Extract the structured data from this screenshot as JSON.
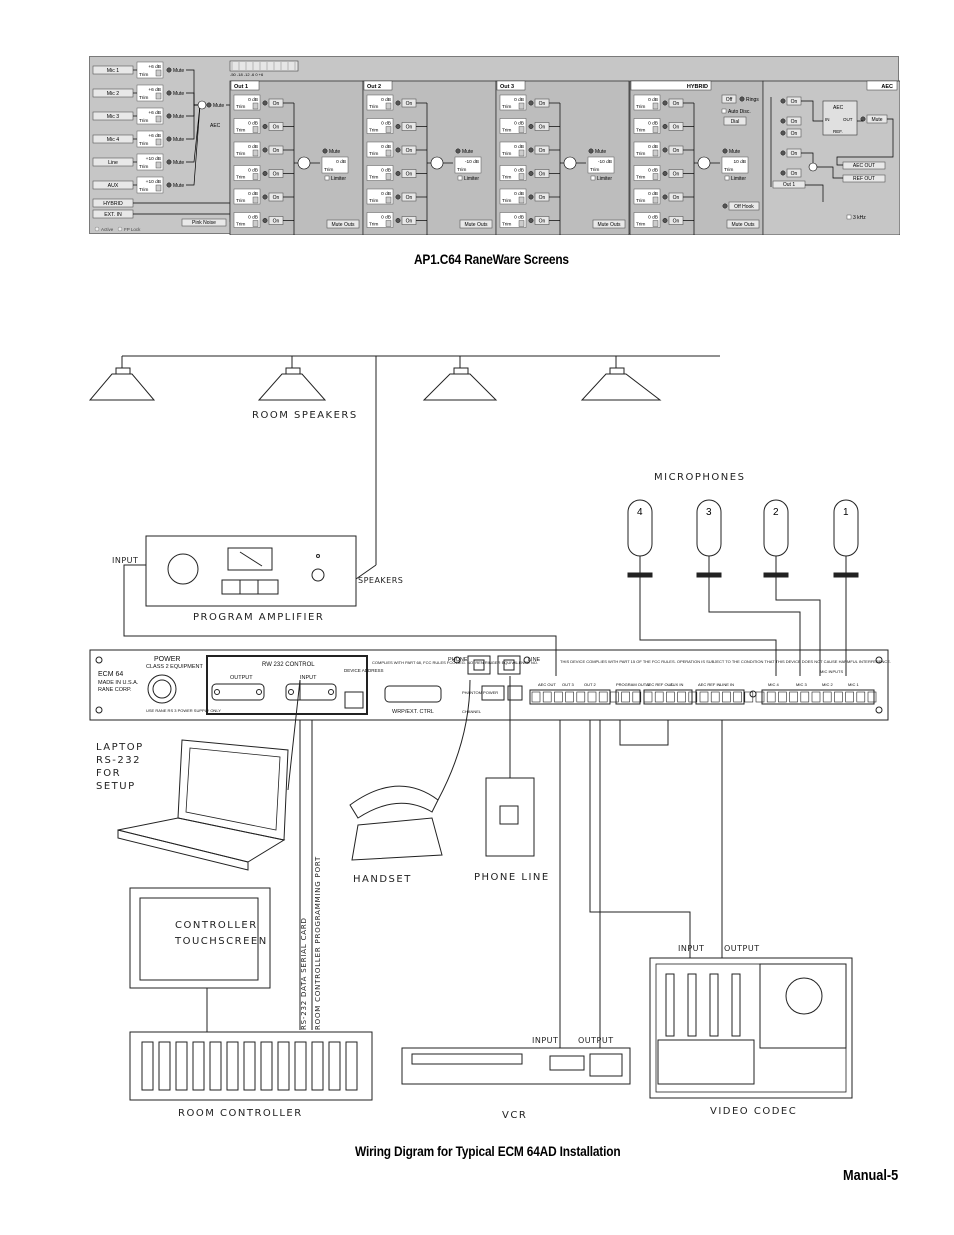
{
  "screenshot": {
    "inputs": [
      {
        "name": "Mic 1",
        "gain": "+6 dB"
      },
      {
        "name": "Mic 2",
        "gain": "+6 dB"
      },
      {
        "name": "Mic 3",
        "gain": "+6 dB"
      },
      {
        "name": "Mic 4",
        "gain": "+6 dB"
      },
      {
        "name": "Line",
        "gain": "+10 dB"
      },
      {
        "name": "AUX",
        "gain": "+10 dB"
      }
    ],
    "hybrid_label": "HYBRID",
    "ext_in_label": "EXT. IN",
    "pink_noise_label": "Pink Noise",
    "active_label": "Active",
    "fp_lock_label": "FP Lock",
    "trim_label": "Trim",
    "mute_label": "Mute",
    "on_label": "On",
    "aec_label": "AEC",
    "meter_scale": "-50 -18 -12 -6 0 +6",
    "panels": [
      {
        "title": "Out 1",
        "matrix_gain": "0 dB",
        "out_gain": "0 dB",
        "mute_outs": "Mute Outs",
        "limiter": "Limiter"
      },
      {
        "title": "Out 2",
        "matrix_gain": "0 dB",
        "out_gain": "-10 dB",
        "mute_outs": "Mute Outs",
        "limiter": "Limiter"
      },
      {
        "title": "Out 3",
        "matrix_gain": "0 dB",
        "out_gain": "-10 dB",
        "mute_outs": "Mute Outs",
        "limiter": "Limiter"
      },
      {
        "title": "HYBRID",
        "matrix_gain": "0 dB",
        "out_gain": "10 dB",
        "mute_outs": "Mute Outs",
        "limiter": "Limiter"
      }
    ],
    "hybrid_extra": {
      "select_value": "Off",
      "rings_label": "Rings",
      "auto_disc_label": "Auto Disc.",
      "dial_label": "Dial",
      "off_hook_label": "Off Hook"
    },
    "aec_panel": {
      "title": "AEC",
      "block_label": "AEC",
      "in_label": "IN",
      "out_label": "OUT",
      "ref_label": "REF.",
      "aec_out": "AEC OUT",
      "ref_out": "REF OUT",
      "out1": "Out 1",
      "khz": "3 kHz"
    }
  },
  "caption1": "AP1.C64 RaneWare Screens",
  "diagram": {
    "room_speakers": "ROOM SPEAKERS",
    "microphones": "MICROPHONES",
    "mic_numbers": [
      "4",
      "3",
      "2",
      "1"
    ],
    "input": "INPUT",
    "speakers": "SPEAKERS",
    "program_amplifier": "PROGRAM AMPLIFIER",
    "laptop": [
      "LAPTOP",
      "RS-232",
      "FOR",
      "SETUP"
    ],
    "handset": "HANDSET",
    "phone_line": "PHONE LINE",
    "controller": [
      "CONTROLLER",
      "TOUCHSCREEN"
    ],
    "rs232_card": "RS-232 DATA SERIAL CARD",
    "room_ctrl_port": "ROOM CONTROLLER PROGRAMMING PORT",
    "room_controller": "ROOM CONTROLLER",
    "vcr": "VCR",
    "vcr_input": "INPUT",
    "vcr_output": "OUTPUT",
    "video_codec": "VIDEO CODEC",
    "codec_input": "INPUT",
    "codec_output": "OUTPUT",
    "ecm": {
      "model": "ECM 64",
      "made_in": "MADE IN U.S.A.",
      "corp": "RANE CORP.",
      "power": "POWER",
      "class": "CLASS 2 EQUIPMENT",
      "supply": "USE RANE RS 3 POWER SUPPLY ONLY",
      "rw232": "RW 232 CONTROL",
      "output": "OUTPUT",
      "input": "INPUT",
      "device_address": "DEVICE ADDRESS",
      "fcc": "COMPLIES WITH PART 68, FCC RULES FCC REG. NO. REN RINGER EQUIVALENCE NO.",
      "wrp": "WRP/EXT. CTRL",
      "phone": "PHONE",
      "line": "LINE",
      "phantom": "PHANTOM POWER",
      "channel": "CHANNEL",
      "notice": "THIS DEVICE COMPLIES WITH PART 15 OF THE FCC RULES. OPERATION IS SUBJECT TO THE CONDITION THAT THIS DEVICE DOES NOT CAUSE HARMFUL INTERFERENCE.",
      "terminals": [
        "AEC OUT",
        "OUT 3",
        "OUT 2",
        "PROGRAM OUT 1",
        "AEC REF OUT",
        "AUX IN",
        "AEC REF IN",
        "LINE IN",
        "MIC 4",
        "MIC 3",
        "MIC 2",
        "MIC 1"
      ],
      "mic_inputs": "MIC INPUTS"
    }
  },
  "caption2": "Wiring Digram for Typical ECM 64AD Installation",
  "page_number": "Manual-5"
}
